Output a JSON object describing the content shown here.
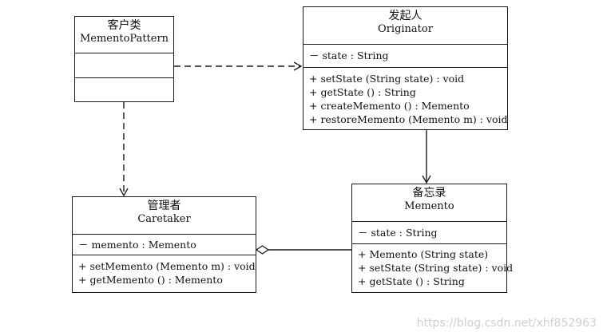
{
  "classes": {
    "client": {
      "title": "客户类",
      "name": "MementoPattern",
      "attributes": [],
      "methods": []
    },
    "originator": {
      "title": "发起人",
      "name": "Originator",
      "attributes": [
        "－ state : String"
      ],
      "methods": [
        "+ setState (String state) : void",
        "+ getState () : String",
        "+ createMemento () : Memento",
        "+ restoreMemento (Memento m) : void"
      ]
    },
    "caretaker": {
      "title": "管理者",
      "name": "Caretaker",
      "attributes": [
        "－ memento : Memento"
      ],
      "methods": [
        "+ setMemento (Memento m) : void",
        "+ getMemento () : Memento"
      ]
    },
    "memento": {
      "title": "备忘录",
      "name": "Memento",
      "attributes": [
        "－ state : String"
      ],
      "methods": [
        "+ Memento (String state)",
        "+ setState (String state) : void",
        "+ getState () : String"
      ]
    }
  },
  "relations": [
    {
      "from": "client",
      "to": "originator",
      "kind": "dependency"
    },
    {
      "from": "client",
      "to": "caretaker",
      "kind": "dependency"
    },
    {
      "from": "originator",
      "to": "memento",
      "kind": "association"
    },
    {
      "from": "caretaker",
      "to": "memento",
      "kind": "aggregation"
    }
  ],
  "watermark": "https://blog.csdn.net/xhf852963"
}
